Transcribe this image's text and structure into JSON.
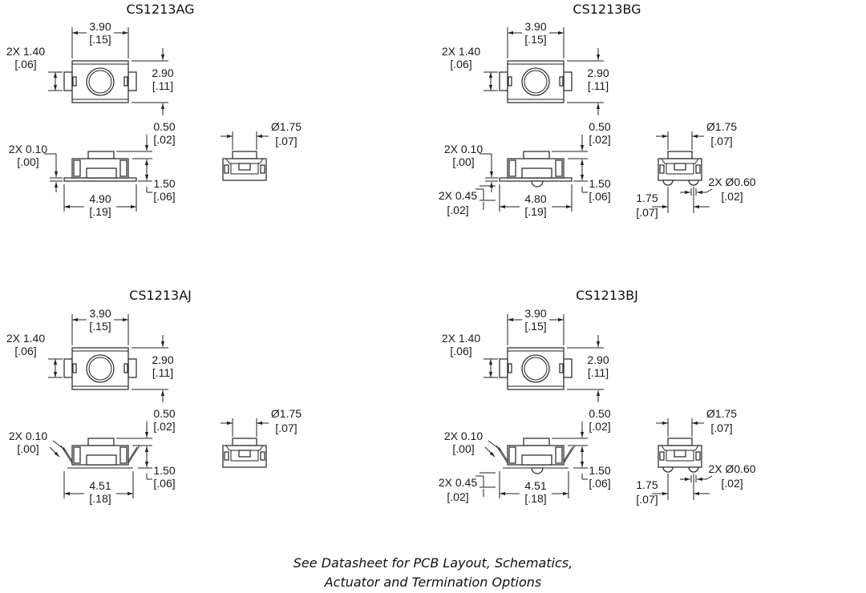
{
  "footer": {
    "line1": "See Datasheet for PCB Layout, Schematics,",
    "line2": "Actuator and Termination Options"
  },
  "quadrants": [
    {
      "title": "CS1213AG",
      "variant": "A",
      "lead": "G",
      "width_dim": {
        "mm": "3.90",
        "in": "[.15]"
      },
      "tab_dim": {
        "mm": "2X 1.40",
        "in": "[.06]"
      },
      "height_dim": {
        "mm": "2.90",
        "in": "[.11]"
      },
      "plunger_dim": {
        "mm": "0.50",
        "in": "[.02]"
      },
      "body_dim": {
        "mm": "1.50",
        "in": "[.06]"
      },
      "flange_dim": {
        "mm": "2X 0.10",
        "in": "[.00]"
      },
      "length_dim": {
        "mm": "4.90",
        "in": "[.19]"
      },
      "actuator_dim": {
        "mm": "Ø1.75",
        "in": "[.07]"
      }
    },
    {
      "title": "CS1213BG",
      "variant": "B",
      "lead": "G",
      "width_dim": {
        "mm": "3.90",
        "in": "[.15]"
      },
      "tab_dim": {
        "mm": "2X 1.40",
        "in": "[.06]"
      },
      "height_dim": {
        "mm": "2.90",
        "in": "[.11]"
      },
      "plunger_dim": {
        "mm": "0.50",
        "in": "[.02]"
      },
      "body_dim": {
        "mm": "1.50",
        "in": "[.06]"
      },
      "flange_dim": {
        "mm": "2X 0.10",
        "in": "[.00]"
      },
      "length_dim": {
        "mm": "4.80",
        "in": "[.19]"
      },
      "actuator_dim": {
        "mm": "Ø1.75",
        "in": "[.07]"
      },
      "pin_height_dim": {
        "mm": "2X 0.45",
        "in": "[.02]"
      },
      "pin_dia_dim": {
        "mm": "2X Ø0.60",
        "in": "[.02]"
      },
      "pin_spacing_dim": {
        "mm": "1.75",
        "in": "[.07]"
      }
    },
    {
      "title": "CS1213AJ",
      "variant": "A",
      "lead": "J",
      "width_dim": {
        "mm": "3.90",
        "in": "[.15]"
      },
      "tab_dim": {
        "mm": "2X 1.40",
        "in": "[.06]"
      },
      "height_dim": {
        "mm": "2.90",
        "in": "[.11]"
      },
      "plunger_dim": {
        "mm": "0.50",
        "in": "[.02]"
      },
      "body_dim": {
        "mm": "1.50",
        "in": "[.06]"
      },
      "flange_dim": {
        "mm": "2X 0.10",
        "in": "[.00]"
      },
      "length_dim": {
        "mm": "4.51",
        "in": "[.18]"
      },
      "actuator_dim": {
        "mm": "Ø1.75",
        "in": "[.07]"
      }
    },
    {
      "title": "CS1213BJ",
      "variant": "B",
      "lead": "J",
      "width_dim": {
        "mm": "3.90",
        "in": "[.15]"
      },
      "tab_dim": {
        "mm": "2X 1.40",
        "in": "[.06]"
      },
      "height_dim": {
        "mm": "2.90",
        "in": "[.11]"
      },
      "plunger_dim": {
        "mm": "0.50",
        "in": "[.02]"
      },
      "body_dim": {
        "mm": "1.50",
        "in": "[.06]"
      },
      "flange_dim": {
        "mm": "2X 0.10",
        "in": "[.00]"
      },
      "length_dim": {
        "mm": "4.51",
        "in": "[.18]"
      },
      "actuator_dim": {
        "mm": "Ø1.75",
        "in": "[.07]"
      },
      "pin_height_dim": {
        "mm": "2X 0.45",
        "in": "[.02]"
      },
      "pin_dia_dim": {
        "mm": "2X Ø0.60",
        "in": "[.02]"
      },
      "pin_spacing_dim": {
        "mm": "1.75",
        "in": "[.07]"
      }
    }
  ]
}
